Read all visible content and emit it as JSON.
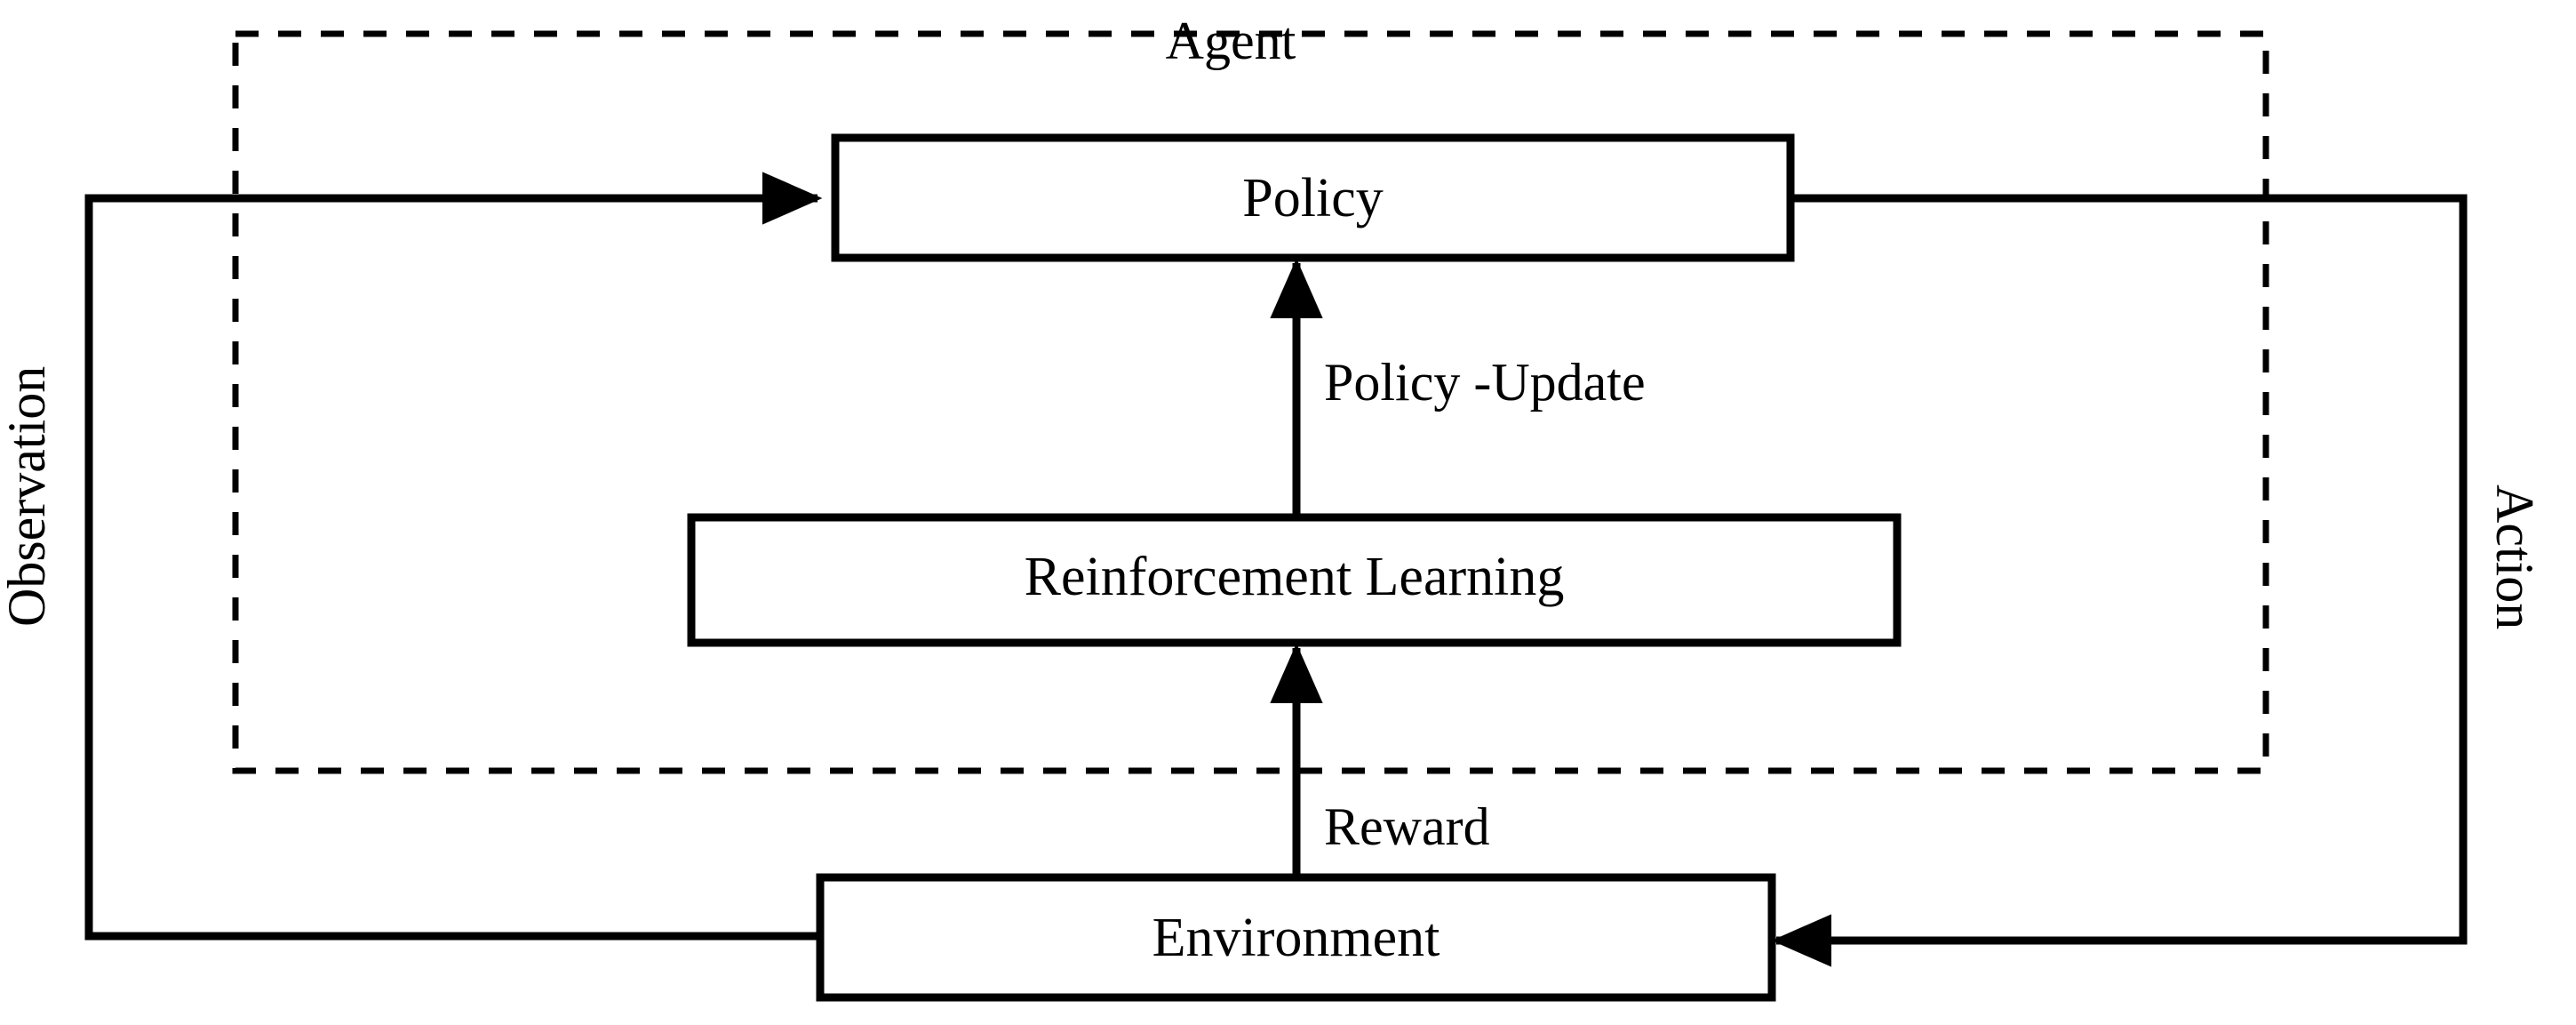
{
  "diagram": {
    "title": "Reinforcement Learning agent-environment interaction loop",
    "stroke_color": "#000000",
    "background_color": "#ffffff",
    "groups": [
      {
        "id": "agent",
        "label": "Agent",
        "border_style": "dashed",
        "contains": [
          "policy",
          "reinforcement-learning"
        ]
      }
    ],
    "nodes": [
      {
        "id": "policy",
        "label": "Policy",
        "shape": "rectangle"
      },
      {
        "id": "reinforcement-learning",
        "label": "Reinforcement Learning",
        "shape": "rectangle"
      },
      {
        "id": "environment",
        "label": "Environment",
        "shape": "rectangle"
      }
    ],
    "edges": [
      {
        "id": "observation",
        "label": "Observation",
        "from": "environment",
        "to": "policy",
        "orientation": "vertical-text-left",
        "arrowhead": "to-policy"
      },
      {
        "id": "action",
        "label": "Action",
        "from": "policy",
        "to": "environment",
        "orientation": "vertical-text-right",
        "arrowhead": "to-environment"
      },
      {
        "id": "policy-update",
        "label": "Policy -Update",
        "from": "reinforcement-learning",
        "to": "policy",
        "orientation": "upward",
        "arrowhead": "to-policy"
      },
      {
        "id": "reward",
        "label": "Reward",
        "from": "environment",
        "to": "reinforcement-learning",
        "orientation": "upward",
        "arrowhead": "to-reinforcement-learning"
      }
    ]
  }
}
